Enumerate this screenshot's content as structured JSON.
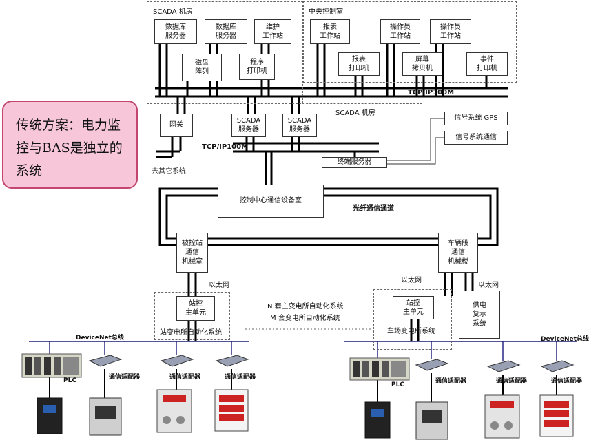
{
  "callout": {
    "text": "传统方案：电力监控与BAS是独立的系统"
  },
  "regions": {
    "scada_room_top": "SCADA 机房",
    "central_control": "中央控制室",
    "scada_room_mid": "SCADA 机房"
  },
  "nodes": {
    "db_server_1": "数据库\n服务器",
    "db_server_2": "数据库\n服务器",
    "maint_ws": "维护\n工作站",
    "report_ws": "报表\n工作站",
    "operator_ws_1": "操作员\n工作站",
    "operator_ws_2": "操作员\n工作站",
    "disk_array": "磁盘\n阵列",
    "program_printer": "程序\n打印机",
    "report_printer": "报表\n打印机",
    "screen_copier": "屏幕\n拷贝机",
    "event_printer": "事件\n打印机",
    "gateway": "网关",
    "scada_server_1": "SCADA\n服务器",
    "scada_server_2": "SCADA\n服务器",
    "terminal_server": "终端服务器",
    "signal_gps": "信号系统 GPS",
    "signal_comm": "信号系统通信",
    "control_center_comm": "控制中心通信设备室",
    "controlled_station_comm": "被控站\n通信\n机械室",
    "depot_comm": "车辆段\n通信\n机械楼",
    "station_master_1": "站控\n主单元",
    "station_master_2": "站控\n主单元",
    "power_display": "供电\n复示\n系统"
  },
  "labels": {
    "tcp_ip_top": "TCP/IP100M",
    "tcp_ip_mid": "TCP/IP100M",
    "to_other_systems": "去其它系统",
    "fiber_channel": "光纤通信通道",
    "ethernet_left": "以太网",
    "ethernet_right_1": "以太网",
    "ethernet_right_2": "以太网",
    "n_sets": "N 套主变电所自动化系统",
    "m_sets": "M 套变电所自动化系统",
    "substation_auto": "站变电所自动化系统",
    "depot_substation": "车场变电所系统",
    "devicenet_left": "DeviceNet总线",
    "devicenet_right": "DeviceNet总线",
    "plc_left": "PLC",
    "plc_right": "PLC",
    "comm_adapter_l1": "通信适配器",
    "comm_adapter_l2": "通信适配器",
    "comm_adapter_l3": "通信适配器",
    "comm_adapter_r1": "通信适配器",
    "comm_adapter_r2": "通信适配器",
    "comm_adapter_r3": "通信适配器"
  },
  "colors": {
    "callout_fill": "#f7c6d9",
    "callout_border": "#c2466f",
    "bus_line": "#1a1a7a",
    "heavy_line": "#000000"
  }
}
